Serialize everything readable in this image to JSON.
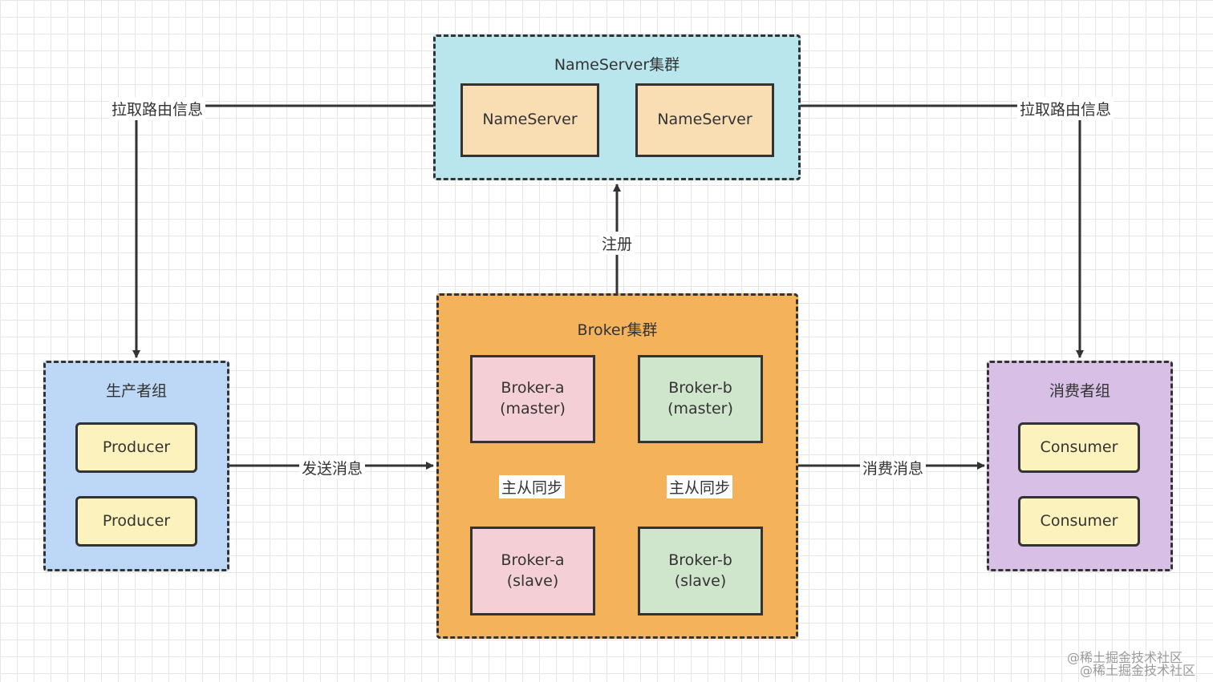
{
  "colors": {
    "nameserver_cluster": "#b9e6ec",
    "nameserver_node": "#f9ddb3",
    "broker_cluster": "#f4b35b",
    "broker_a": "#f5cfd6",
    "broker_b": "#cfe6cc",
    "producer_group": "#bdd8f7",
    "consumer_group": "#d8bfe6",
    "member_node": "#fcf2bd",
    "stroke": "#333333"
  },
  "nameserver_cluster": {
    "title": "NameServer集群",
    "nodes": [
      "NameServer",
      "NameServer"
    ]
  },
  "broker_cluster": {
    "title": "Broker集群",
    "broker_a_master": "Broker-a\n(master)",
    "broker_b_master": "Broker-b\n(master)",
    "broker_a_slave": "Broker-a\n(slave)",
    "broker_b_slave": "Broker-b\n(slave)"
  },
  "producer_group": {
    "title": "生产者组",
    "nodes": [
      "Producer",
      "Producer"
    ]
  },
  "consumer_group": {
    "title": "消费者组",
    "nodes": [
      "Consumer",
      "Consumer"
    ]
  },
  "edges": {
    "pull_route_left": "拉取路由信息",
    "pull_route_right": "拉取路由信息",
    "register": "注册",
    "send_message": "发送消息",
    "consume_message": "消费消息",
    "sync_a": "主从同步",
    "sync_b": "主从同步"
  },
  "watermark": "@稀土掘金技术社区"
}
